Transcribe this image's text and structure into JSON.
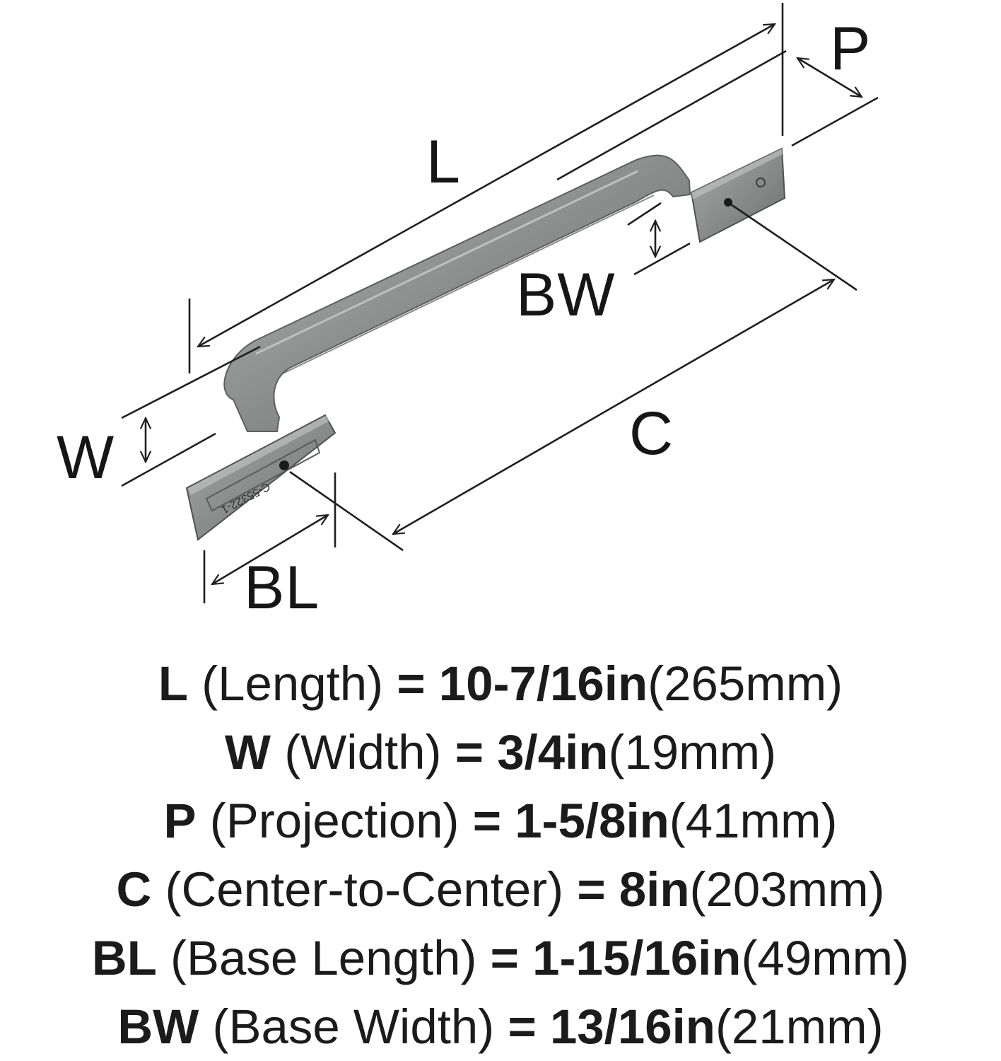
{
  "diagram": {
    "labels": {
      "L": "L",
      "P": "P",
      "BW": "BW",
      "C": "C",
      "W": "W",
      "BL": "BL"
    },
    "part_marking": "C-55322-1",
    "colors": {
      "metal": "#8c8e8d",
      "metal_dark": "#5e605f",
      "metal_light": "#b7b9b8",
      "line": "#1f1f1f"
    }
  },
  "specs": [
    {
      "key": "L",
      "desc": "(Length)",
      "eq": "=",
      "imperial": "10-7/16in",
      "metric": "(265mm)"
    },
    {
      "key": "W",
      "desc": "(Width)",
      "eq": "=",
      "imperial": "3/4in",
      "metric": "(19mm)"
    },
    {
      "key": "P",
      "desc": "(Projection)",
      "eq": "=",
      "imperial": "1-5/8in",
      "metric": "(41mm)"
    },
    {
      "key": "C",
      "desc": "(Center-to-Center)",
      "eq": "=",
      "imperial": "8in",
      "metric": "(203mm)"
    },
    {
      "key": "BL",
      "desc": "(Base Length)",
      "eq": "=",
      "imperial": "1-15/16in",
      "metric": "(49mm)"
    },
    {
      "key": "BW",
      "desc": "(Base Width)",
      "eq": "=",
      "imperial": "13/16in",
      "metric": "(21mm)"
    }
  ]
}
